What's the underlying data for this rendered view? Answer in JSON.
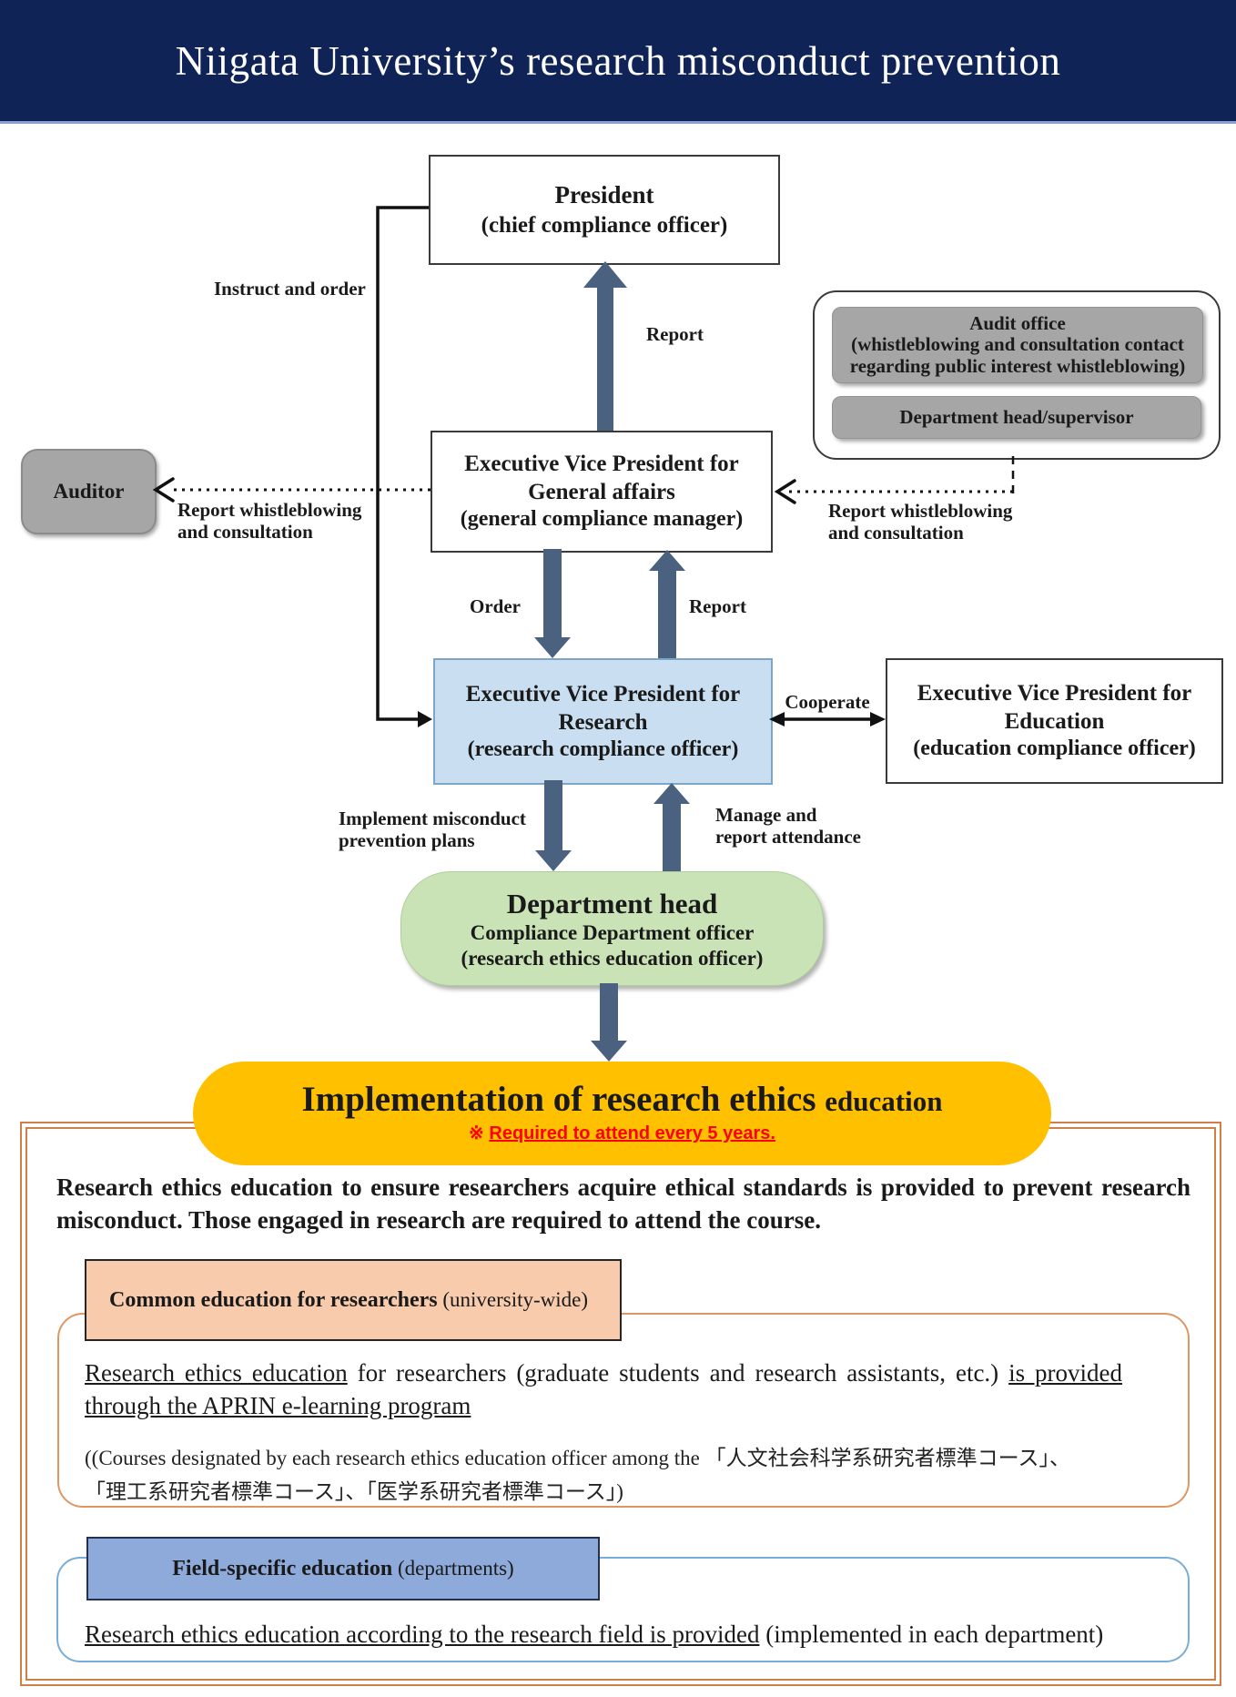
{
  "header": {
    "title": "Niigata University’s research misconduct prevention"
  },
  "nodes": {
    "president": {
      "line1": "President",
      "line2": "(chief compliance officer)"
    },
    "evp_general": {
      "line1": "Executive Vice President for",
      "line2": "General affairs",
      "line3": "(general compliance manager)"
    },
    "evp_research": {
      "line1": "Executive Vice President for",
      "line2": "Research",
      "line3": "(research compliance officer)"
    },
    "evp_education": {
      "line1": "Executive Vice President for",
      "line2": "Education",
      "line3": "(education compliance officer)"
    },
    "auditor": {
      "label": "Auditor"
    },
    "audit_office": {
      "line1": "Audit office",
      "line2": "(whistleblowing and consultation contact",
      "line3": "regarding public interest whistleblowing)"
    },
    "dept_head_supervisor": {
      "label": "Department head/supervisor"
    },
    "dept_head": {
      "line1": "Department head",
      "line2": "Compliance Department officer",
      "line3": "(research ethics education officer)"
    }
  },
  "edges": {
    "instruct_and_order": "Instruct and order",
    "report_to_president": "Report",
    "order": "Order",
    "report_to_evp": "Report",
    "cooperate": "Cooperate",
    "implement_line1": "Implement misconduct",
    "implement_line2": "prevention plans",
    "manage_line1": "Manage and",
    "manage_line2": "report attendance",
    "report_whistleblowing_line1": "Report whistleblowing",
    "report_whistleblowing_line2": "and consultation"
  },
  "implementation": {
    "title_main": "Implementation of research ethics",
    "title_small": "education",
    "note_mark": "※ ",
    "note": "Required to attend every 5 years."
  },
  "education_section": {
    "intro_line1": "Research ethics education to ensure researchers acquire ethical standards is provided to prevent research",
    "intro_line2": "misconduct. Those engaged in research are required to attend the course.",
    "common": {
      "title_bold": "Common education for researchers",
      "title_normal": " (university-wide)",
      "body_u1": "Research ethics education",
      "body_mid": " for researchers (graduate students and research assistants, etc.) ",
      "body_u2": "is provided",
      "body_line2": "through the APRIN e-learning program",
      "courses_line1": "((Courses designated by each research ethics education officer among the 「人文社会科学系研究者標準コース」、",
      "courses_line2": "「理工系研究者標準コース」、「医学系研究者標準コース」)"
    },
    "field": {
      "title_bold": "Field-specific education",
      "title_normal": " (departments)",
      "body_u": "Research ethics education according to the research field is provided",
      "body_rest": " (implemented in each department)"
    }
  },
  "colors": {
    "navy": "#102356",
    "steel": "#4a617f",
    "yellow": "#ffc000",
    "green": "#c9e3b6",
    "lightblue": "#c9def1",
    "gray": "#a6a6a6",
    "peach": "#f8cbad",
    "fieldblue": "#8eaadb",
    "orangeline": "#cf7f47",
    "red": "#ff0000"
  }
}
